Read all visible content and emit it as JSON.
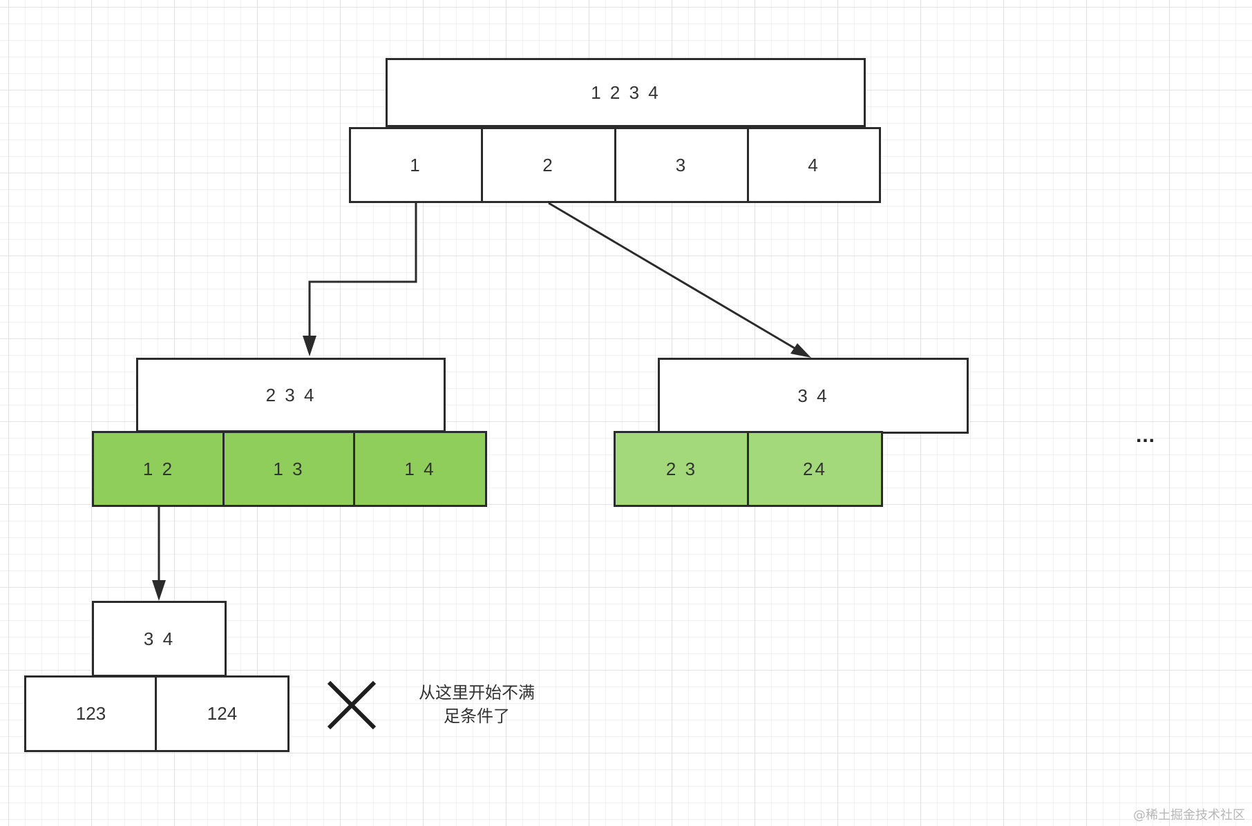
{
  "nodes": {
    "root": {
      "header": "1 2 3 4",
      "cells": [
        "1",
        "2",
        "3",
        "4"
      ]
    },
    "left": {
      "header": "2 3 4",
      "cells": [
        "1 2",
        "1 3",
        "1 4"
      ]
    },
    "right": {
      "header": "3 4",
      "cells": [
        "2 3",
        "24"
      ]
    },
    "bottom": {
      "header": "3 4",
      "cells": [
        "123",
        "124"
      ]
    }
  },
  "ellipsis": "...",
  "note": {
    "line1": "从这里开始不满",
    "line2": "足条件了"
  },
  "watermark": "@稀土掘金技术社区",
  "colors": {
    "green_dark": "#8fce5b",
    "green_light": "#a3d97b",
    "stroke": "#2b2b2b"
  }
}
